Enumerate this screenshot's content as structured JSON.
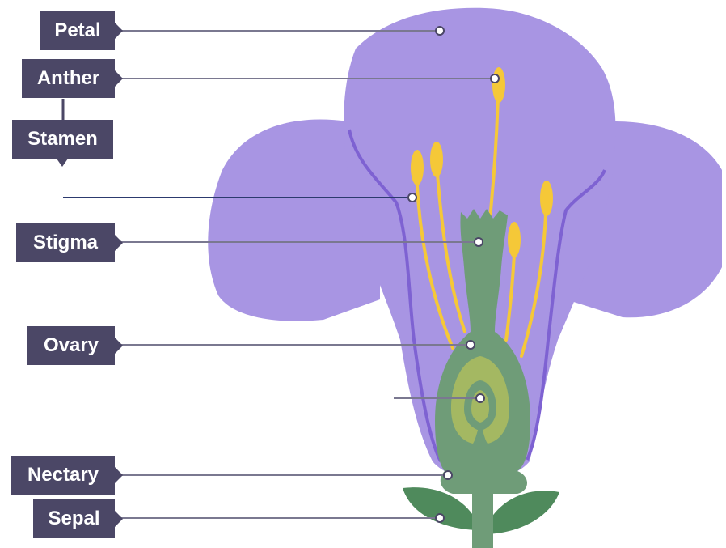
{
  "labels": {
    "petal": "Petal",
    "anther": "Anther",
    "stamen": "Stamen",
    "stigma": "Stigma",
    "ovary": "Ovary",
    "nectary": "Nectary",
    "sepal": "Sepal"
  },
  "colors": {
    "label_background": "#4b4766",
    "label_text": "#ffffff",
    "petal": "#a895e3",
    "petal_inner_line": "#7e62d2",
    "pistil": "#6f9c78",
    "ovary_inner": "#a4b862",
    "anther_filament": "#f5c838",
    "sepal": "#4f8a5c",
    "pointer_line": "#7a7890"
  }
}
